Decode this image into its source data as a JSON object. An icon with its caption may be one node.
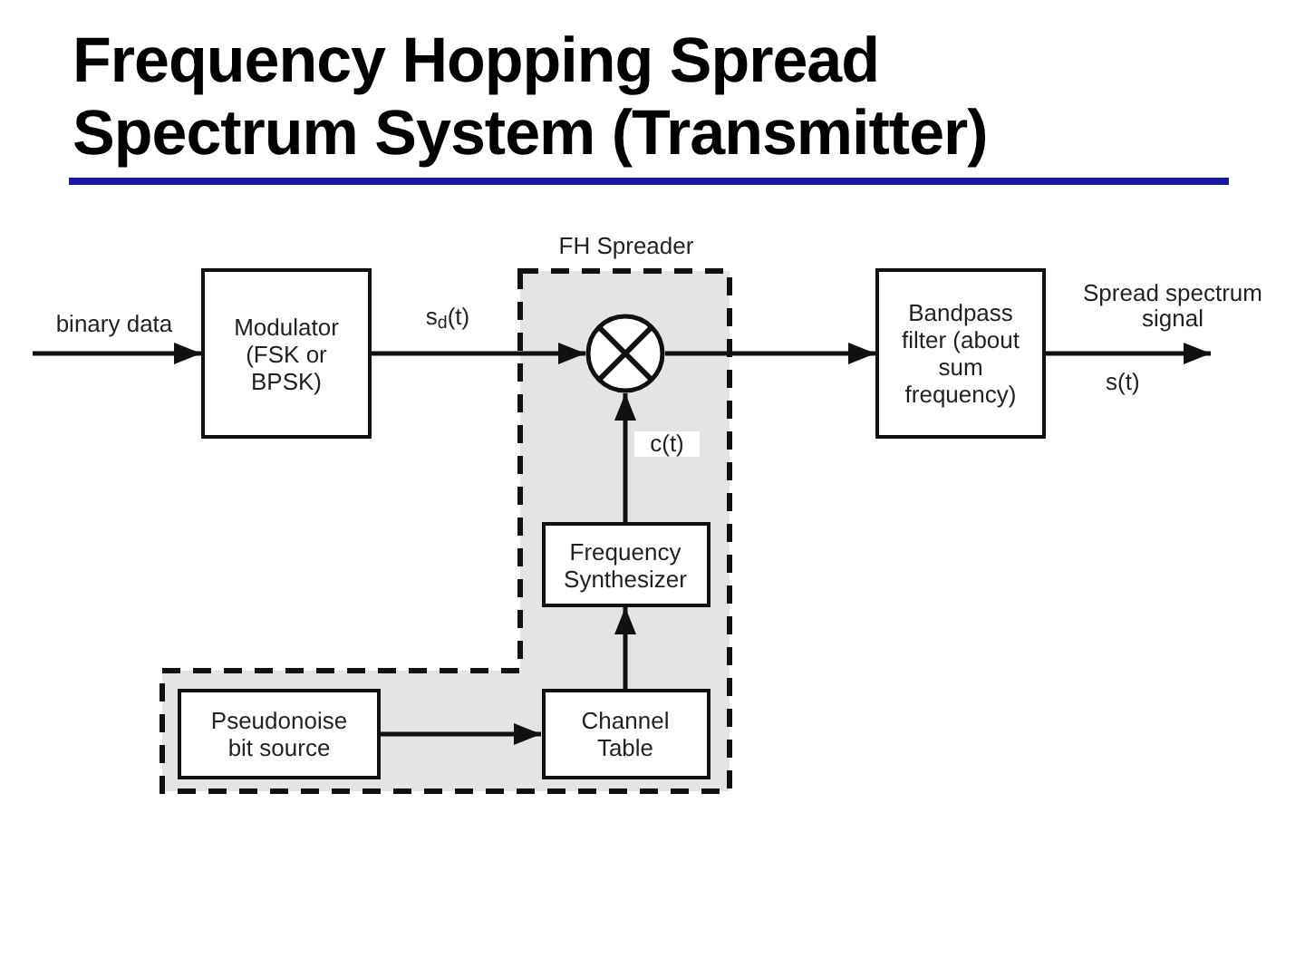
{
  "diagram": {
    "title": "Frequency Hopping Spread Spectrum System (Transmitter)",
    "nodes": [
      {
        "text": [
          "FH Spreader"
        ]
      },
      {
        "text": [
          "Modulator (FSK or BPSK)"
        ]
      },
      {
        "text": [],
        "shape": "circle",
        "in": 0
      },
      {
        "text": [
          "Frequency Synthesizer"
        ],
        "in": 0
      },
      {
        "text": [
          "Pseudonoise bit source"
        ],
        "in": 0
      },
      {
        "text": [
          "Channel Table"
        ],
        "in": 0
      },
      {
        "text": [
          "Bandpass filter (about sum frequency)"
        ]
      }
    ],
    "edges": [
      {
        "from": null,
        "to": 1,
        "arrow": "to",
        "label": "binary data"
      },
      {
        "from": 1,
        "to": 2,
        "arrow": "to",
        "label": "s$_{d}$(t)"
      },
      {
        "from": 2,
        "to": 6,
        "arrow": "to"
      },
      {
        "from": 6,
        "to": null,
        "arrow": "to",
        "label": "Spread spectrum signal"
      },
      {
        "from": 3,
        "to": 2,
        "arrow": "to",
        "label": "c(t)"
      },
      {
        "from": 5,
        "to": 3,
        "arrow": "to"
      },
      {
        "from": 4,
        "to": 5,
        "arrow": "to"
      }
    ],
    "labels": [
      "s(t)"
    ]
  }
}
